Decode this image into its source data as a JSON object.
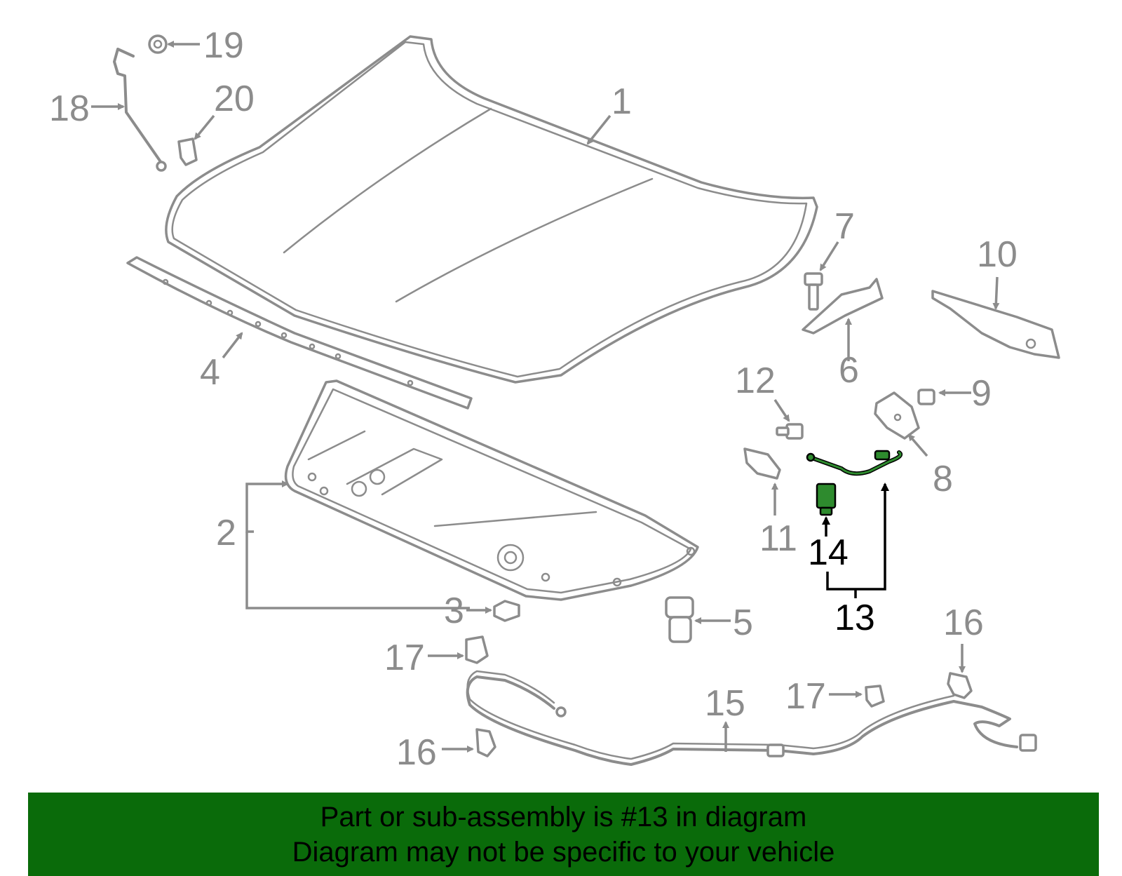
{
  "callouts": [
    "1",
    "2",
    "3",
    "4",
    "5",
    "6",
    "7",
    "8",
    "9",
    "10",
    "11",
    "12",
    "13",
    "14",
    "15",
    "16",
    "16",
    "17",
    "17",
    "18",
    "19",
    "20"
  ],
  "highlighted_part": "13",
  "banner": {
    "line1": "Part or sub-assembly is #13 in diagram",
    "line2": "Diagram may not be specific to your vehicle",
    "color": "#0a6b0a"
  },
  "colors": {
    "part_outline": "#8c8c8c",
    "highlight_fill": "#2e8b2e",
    "highlight_text": "#000000"
  }
}
